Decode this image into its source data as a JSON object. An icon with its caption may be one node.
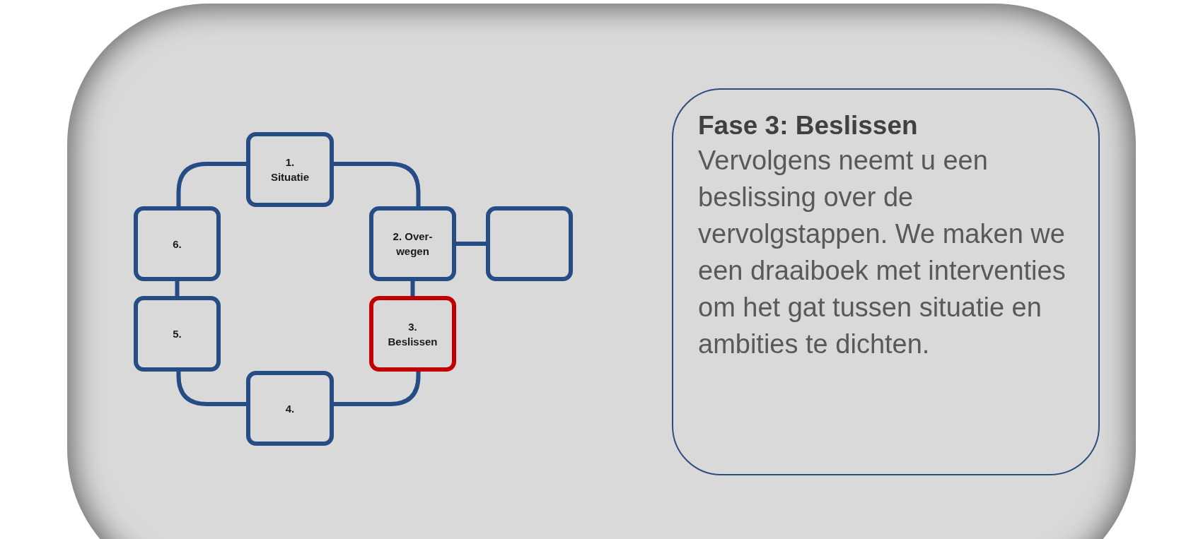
{
  "diagram": {
    "nodes": [
      {
        "text": [
          "1. Situatie"
        ]
      },
      {
        "text": [
          "2. Over- wegen"
        ]
      },
      {
        "text": [
          "3. Beslissen"
        ]
      },
      {
        "text": [
          "4."
        ]
      },
      {
        "text": [
          "5."
        ]
      },
      {
        "text": [
          "6."
        ]
      },
      {
        "text": [],
        "shape": "box"
      },
      {
        "text": [
          "Fase 3: Beslissen",
          "Vervolgens neemt u een beslissing over de vervolgstappen. We maken we een draaiboek met interventies om het gat tussen situatie en ambities te dichten."
        ]
      }
    ],
    "edges": [
      {
        "from": 0,
        "to": 1,
        "arrow": "none"
      },
      {
        "from": 1,
        "to": 2,
        "arrow": "none"
      },
      {
        "from": 2,
        "to": 3,
        "arrow": "none"
      },
      {
        "from": 3,
        "to": 4,
        "arrow": "none"
      },
      {
        "from": 4,
        "to": 5,
        "arrow": "none"
      },
      {
        "from": 5,
        "to": 0,
        "arrow": "none"
      },
      {
        "from": 1,
        "to": 6,
        "arrow": "none"
      }
    ]
  }
}
